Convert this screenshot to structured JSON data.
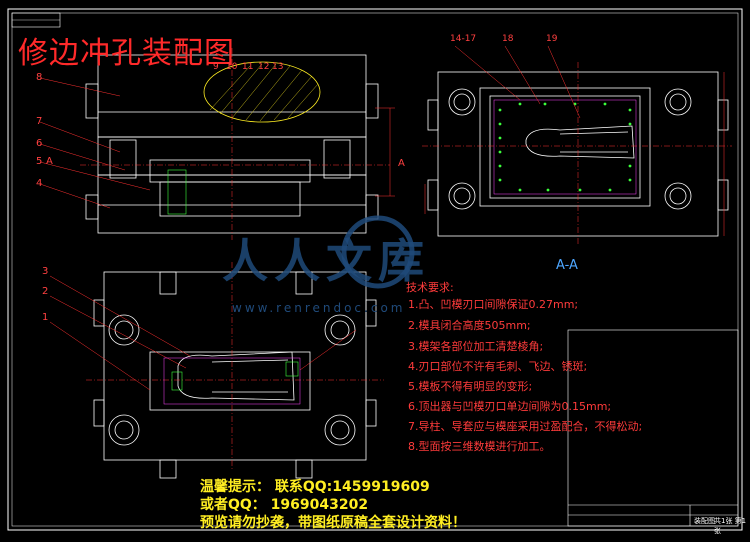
{
  "title": "修边冲孔装配图",
  "section_label": "A-A",
  "callouts": {
    "left_side": [
      "8",
      "7",
      "6",
      "5",
      "A",
      "4"
    ],
    "left_bottom": [
      "3",
      "2",
      "1"
    ],
    "top_nums": [
      "9",
      "10",
      "11",
      "12",
      "13"
    ],
    "right_top": [
      "14-17",
      "18",
      "19"
    ],
    "side_marker": "A"
  },
  "tech_requirements": {
    "heading": "技术要求:",
    "items": [
      "1.凸、凹模刃口间隙保证0.27mm;",
      "2.模具闭合高度505mm;",
      "3.模架各部位加工清楚棱角;",
      "4.刃口部位不许有毛刺、飞边、锈斑;",
      "5.模板不得有明显的变形;",
      "6.顶出器与凹模刃口单边间隙为0.15mm;",
      "7.导柱、导套应与模座采用过盈配合，不得松动;",
      "8.型面按三维数模进行加工。"
    ]
  },
  "watermark": {
    "main": "人人文库",
    "sub": "www.renrendoc.com"
  },
  "promo": {
    "line1": "温馨提示：  联系QQ:1459919609",
    "line2": "或者QQ： 1969043202",
    "line3": "预览请勿抄袭，带图纸原稿全套设计资料！"
  },
  "title_block": {
    "drawing_name": "装配图",
    "sheet": "共1张 第1张"
  },
  "colors": {
    "background": "#000000",
    "geometry": "#ffffff",
    "dimension": "#ff3030",
    "centerline": "#ff3030",
    "green_marker": "#3cff3c",
    "magenta": "#ff44ff",
    "yellow": "#ffee22",
    "watermark": "#1f4a7a",
    "section_label": "#4da6ff"
  }
}
